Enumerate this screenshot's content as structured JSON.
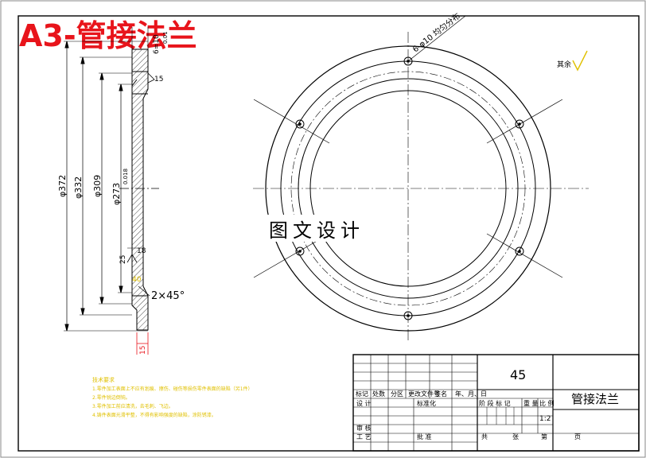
{
  "header": {
    "banner": "A3-管接法兰"
  },
  "colors": {
    "banner_red": "#e8141b",
    "notes_yellow": "#e0c000",
    "line": "#000000"
  },
  "section_view": {
    "top_dims": [
      "6=10",
      "0.01"
    ],
    "chamfer_top": "15",
    "diameters": [
      "φ372",
      "φ332",
      "φ309",
      "φ273",
      "0.018"
    ],
    "small_dims": [
      "18",
      "25",
      "40"
    ],
    "chamfer_note": "2×45°",
    "bottom_dim": "15"
  },
  "front_view": {
    "hole_note": "6-φ10 均匀分布",
    "roughness_note": "其余"
  },
  "watermark": "图文设计",
  "notes": {
    "title": "技术要求",
    "lines": [
      "1.零件加工表面上不应有划痕、擦伤、碰伤等损伤零件表面的缺陷（另1件）",
      "2.零件锐边倒钝。",
      "3.零件加工前应清洗，去毛刺、飞边。",
      "4.铸件表面光滑平整，不得有影响强度的缺陷，涂防锈漆。"
    ]
  },
  "title_block": {
    "material": "45",
    "part_name": "管接法兰",
    "revision_labels": [
      "标记",
      "处数",
      "分区",
      "更改文件号",
      "签名",
      "年、月、日"
    ],
    "design": "设 计",
    "standardize": "标准化",
    "stage_labels": [
      "阶 段 标 记",
      "重 量",
      "比 例"
    ],
    "review": "审 核",
    "process": "工 艺",
    "approve": "批 准",
    "scale": "1:2",
    "sheet_total": "共",
    "sheet_count": "张",
    "sheet_no": "第",
    "page": "页"
  }
}
